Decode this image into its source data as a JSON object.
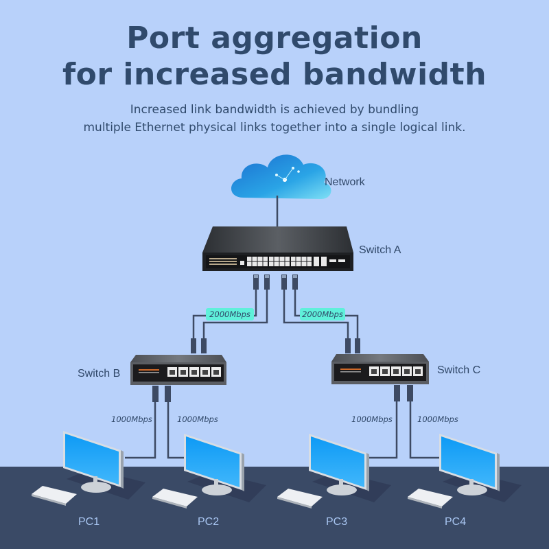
{
  "header": {
    "title_line1": "Port aggregation",
    "title_line2": "for increased bandwidth",
    "subtitle_line1": "Increased link bandwidth is achieved by bundling",
    "subtitle_line2": "multiple Ethernet physical links together into a single logical link."
  },
  "diagram": {
    "network_label": "Network",
    "switches": [
      {
        "label": "Switch A"
      },
      {
        "label": "Switch B"
      },
      {
        "label": "Switch C"
      }
    ],
    "aggregated_links": [
      {
        "speed": "2000Mbps"
      },
      {
        "speed": "2000Mbps"
      }
    ],
    "pc_links": [
      {
        "speed": "1000Mbps"
      },
      {
        "speed": "1000Mbps"
      },
      {
        "speed": "1000Mbps"
      },
      {
        "speed": "1000Mbps"
      }
    ],
    "pcs": [
      {
        "label": "PC1"
      },
      {
        "label": "PC2"
      },
      {
        "label": "PC3"
      },
      {
        "label": "PC4"
      }
    ]
  },
  "colors": {
    "background": "#b8d1fa",
    "floor": "#3a4a66",
    "text": "#304a6c",
    "cable": "#3d4a63",
    "aggregate_highlight": "#5ff0da",
    "screen": "#1fa2f5"
  }
}
